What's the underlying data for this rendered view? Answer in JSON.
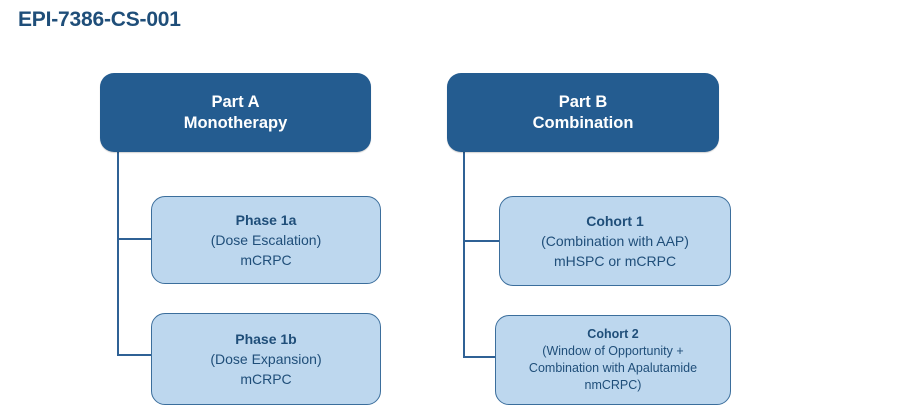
{
  "title": "EPI-7386-CS-001",
  "colors": {
    "dark_blue": "#245c90",
    "light_blue_fill": "#bdd7ee",
    "box_border": "#3b6e9c",
    "text_blue": "#1f4e79",
    "connector": "#2f6195",
    "background": "#ffffff"
  },
  "branches": {
    "part_a": {
      "line1": "Part A",
      "line2": "Monotherapy",
      "children": [
        {
          "title": "Phase 1a",
          "line2": "(Dose Escalation)",
          "line3": "mCRPC"
        },
        {
          "title": "Phase 1b",
          "line2": "(Dose Expansion)",
          "line3": "mCRPC"
        }
      ]
    },
    "part_b": {
      "line1": "Part B",
      "line2": "Combination",
      "children": [
        {
          "title": "Cohort 1",
          "line2": "(Combination with AAP)",
          "line3": "mHSPC or mCRPC"
        },
        {
          "title": "Cohort 2",
          "line2": "(Window of Opportunity +",
          "line3": "Combination with Apalutamide",
          "line4": "nmCRPC)"
        }
      ]
    }
  }
}
